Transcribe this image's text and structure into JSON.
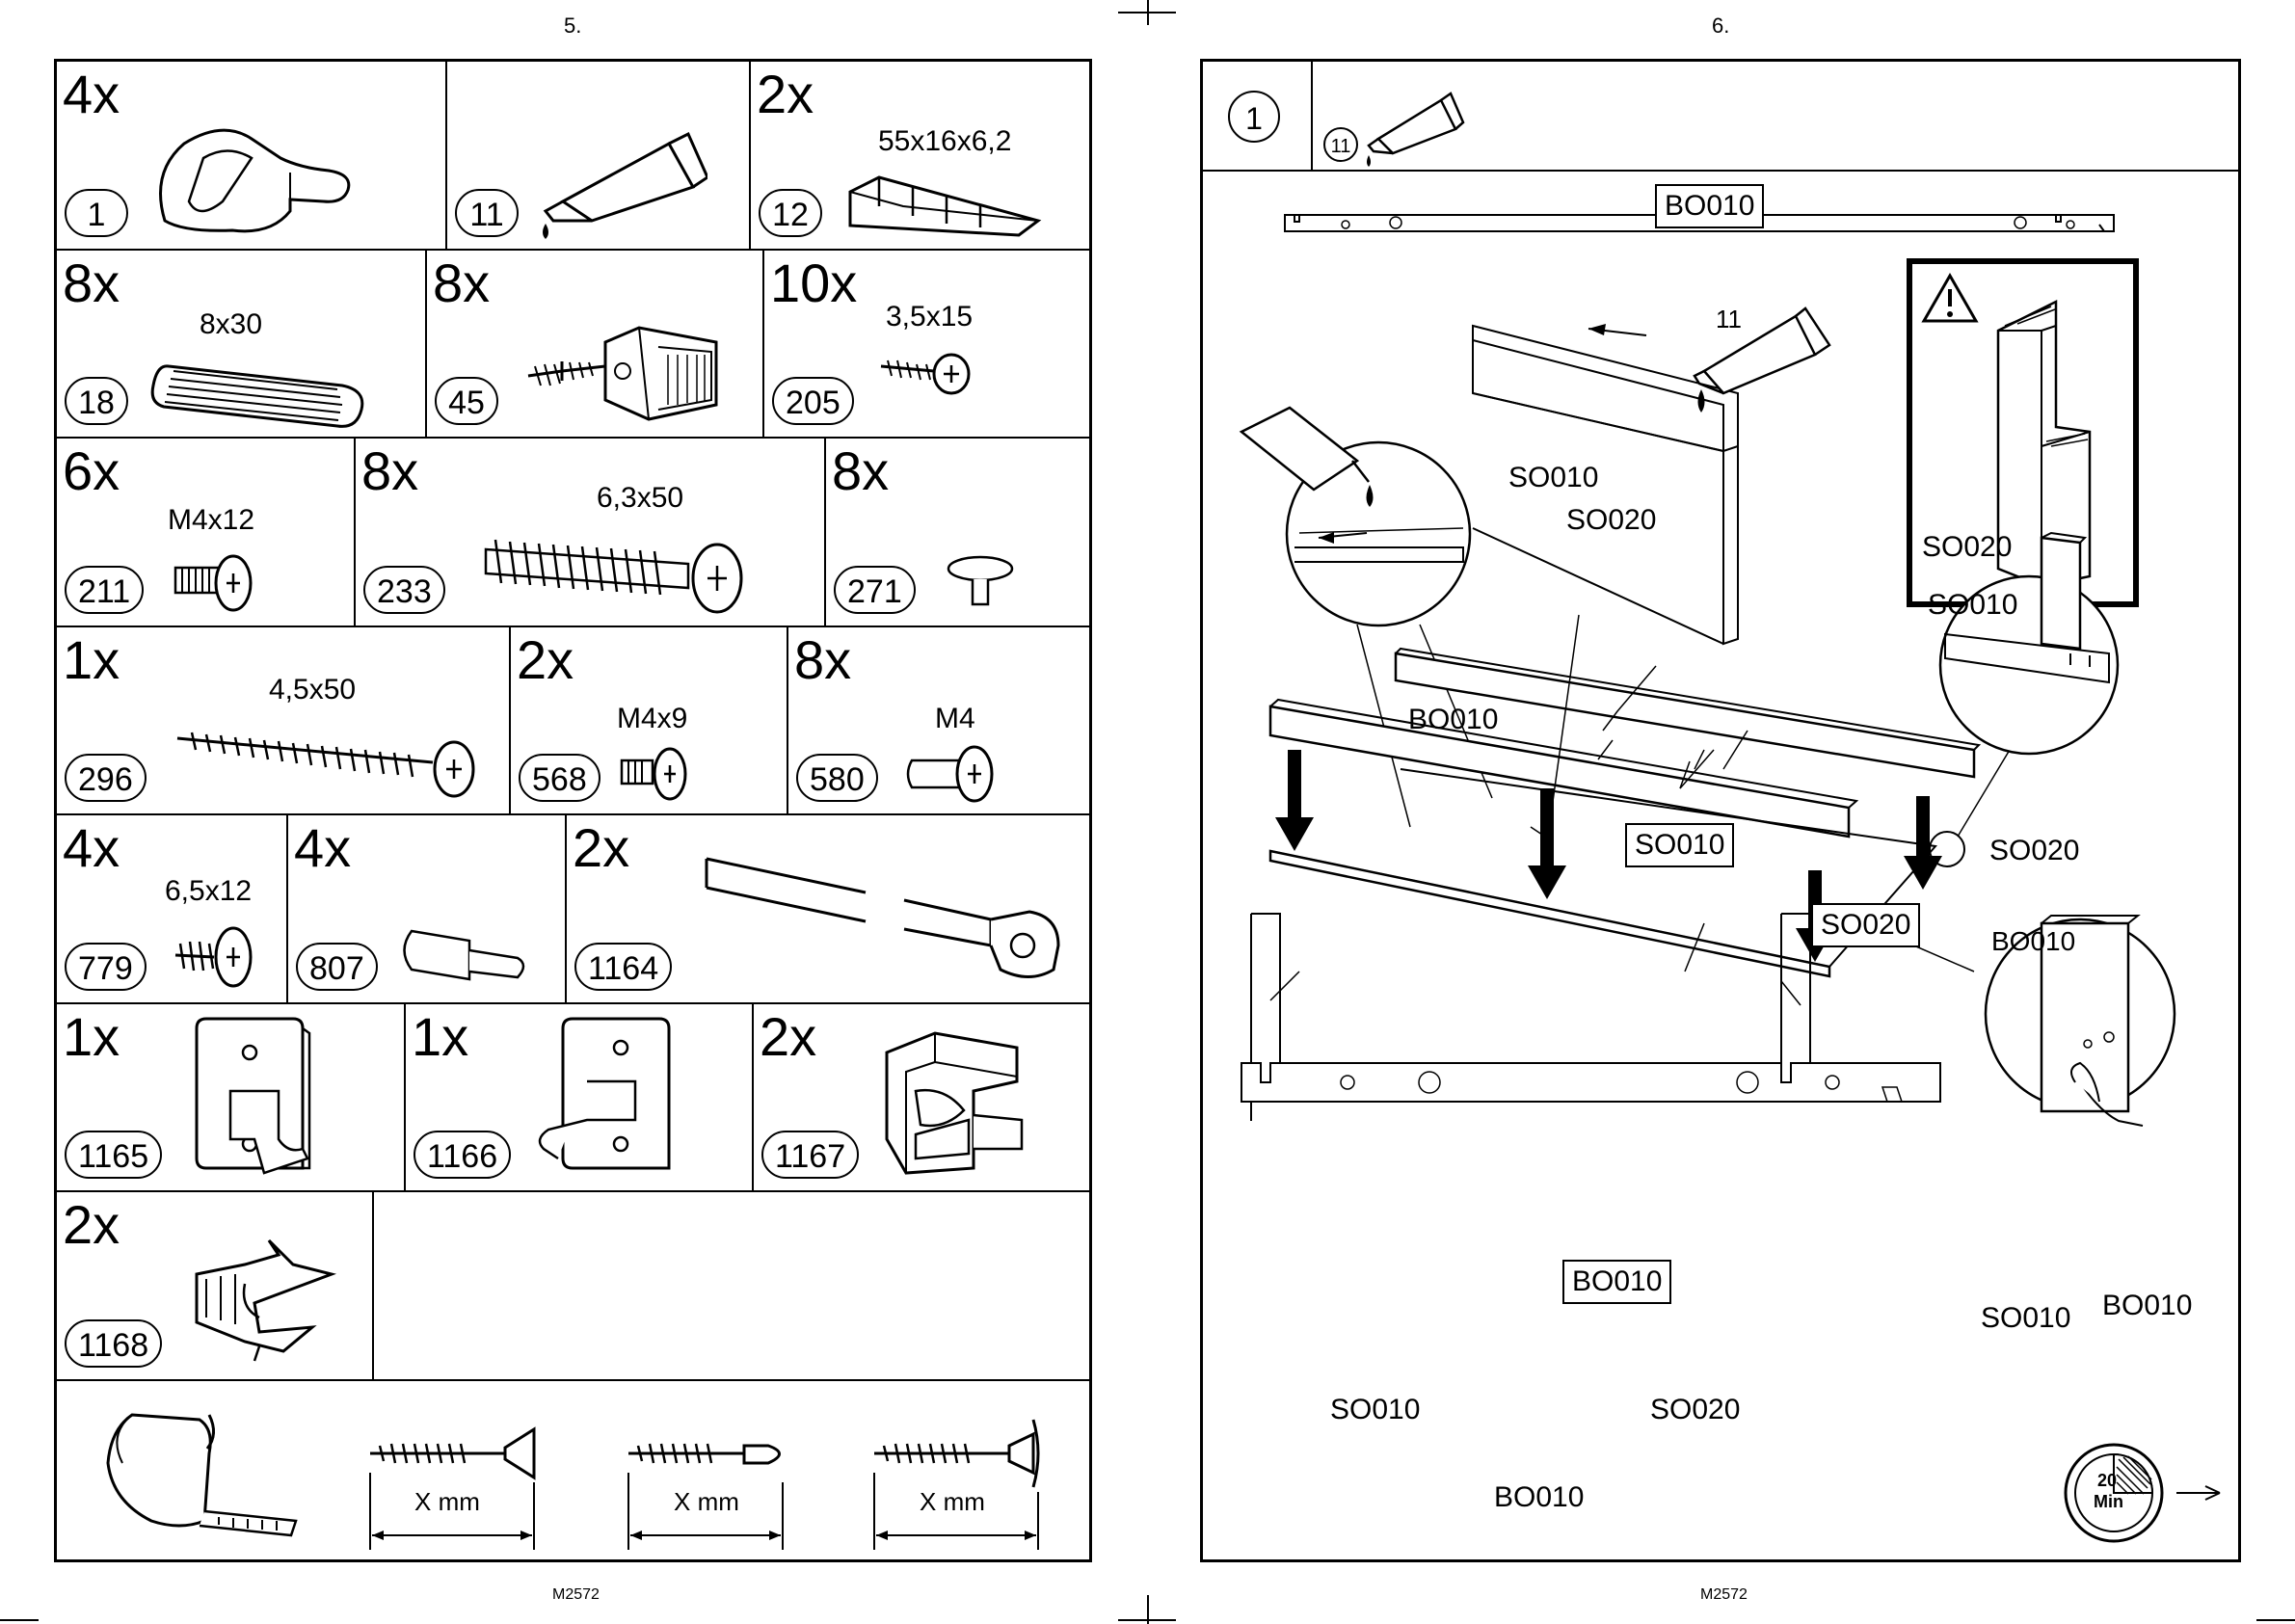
{
  "left_page": {
    "page_number": "5.",
    "footer": "M2572",
    "rows": [
      [
        {
          "qty": "4x",
          "id": "1",
          "dim": "",
          "icon": "handle-bracket-icon"
        },
        {
          "qty": "",
          "id": "11",
          "dim": "",
          "icon": "glue-tube-icon"
        },
        {
          "qty": "2x",
          "id": "12",
          "dim": "55x16x6,2",
          "icon": "wedge-shims-icon"
        }
      ],
      [
        {
          "qty": "8x",
          "id": "18",
          "dim": "8x30",
          "icon": "wooden-dowel-icon"
        },
        {
          "qty": "8x",
          "id": "45",
          "dim": "",
          "icon": "corner-bracket-icon"
        },
        {
          "qty": "10x",
          "id": "205",
          "dim": "3,5x15",
          "icon": "small-screw-icon"
        }
      ],
      [
        {
          "qty": "6x",
          "id": "211",
          "dim": "M4x12",
          "icon": "machine-screw-icon"
        },
        {
          "qty": "8x",
          "id": "233",
          "dim": "6,3x50",
          "icon": "confirmat-screw-icon"
        },
        {
          "qty": "8x",
          "id": "271",
          "dim": "",
          "icon": "cover-cap-icon"
        }
      ],
      [
        {
          "qty": "1x",
          "id": "296",
          "dim": "4,5x50",
          "icon": "long-screw-icon"
        },
        {
          "qty": "2x",
          "id": "568",
          "dim": "M4x9",
          "icon": "short-bolt-icon"
        },
        {
          "qty": "8x",
          "id": "580",
          "dim": "M4",
          "icon": "connector-bolt-icon"
        }
      ],
      [
        {
          "qty": "4x",
          "id": "779",
          "dim": "6,5x12",
          "icon": "wood-screw-icon"
        },
        {
          "qty": "4x",
          "id": "807",
          "dim": "",
          "icon": "shelf-pin-icon"
        },
        {
          "qty": "2x",
          "id": "1164",
          "dim": "",
          "icon": "rail-bar-icon"
        }
      ],
      [
        {
          "qty": "1x",
          "id": "1165",
          "dim": "",
          "icon": "hinge-plate-icon"
        },
        {
          "qty": "1x",
          "id": "1166",
          "dim": "",
          "icon": "hinge-plate-bent-icon"
        },
        {
          "qty": "2x",
          "id": "1167",
          "dim": "",
          "icon": "clip-block-icon"
        }
      ],
      [
        {
          "qty": "2x",
          "id": "1168",
          "dim": "",
          "icon": "latch-clip-icon"
        }
      ]
    ],
    "measure_labels": [
      "X mm",
      "X mm",
      "X mm"
    ]
  },
  "right_page": {
    "page_number": "6.",
    "footer": "M2572",
    "step_number": "1",
    "step_part_id": "11",
    "labels": {
      "top_panel": "BO010",
      "glue_ref": "11",
      "so010_a": "SO010",
      "so020_a": "SO020",
      "warn_so010": "SO010",
      "warn_so020": "SO020",
      "detail_bo010": "BO010",
      "box_so010": "SO010",
      "box_so020": "SO020",
      "detail_so020": "SO020",
      "detail_bo010_b": "BO010",
      "box_bo010": "BO010",
      "detail2_so010": "SO010",
      "detail2_bo010": "BO010",
      "bottom_so010": "SO010",
      "bottom_so020": "SO020",
      "bottom_bo010": "BO010",
      "timer_value": "20",
      "timer_unit": "Min"
    }
  }
}
